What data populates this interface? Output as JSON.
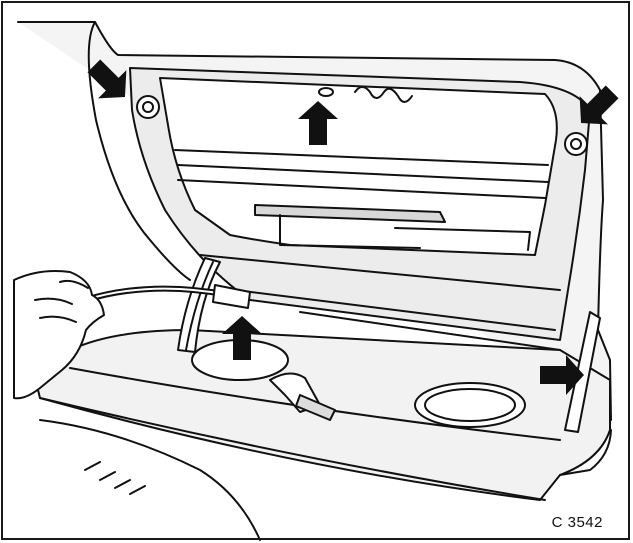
{
  "figure": {
    "code": "C 3542",
    "colors": {
      "ink": "#111111",
      "paper": "#ffffff",
      "shade": "#e9e9e9",
      "mid": "#cfcfcf"
    },
    "arrows": [
      {
        "name": "arrow-top-left-screw",
        "icon": "pointer-arrow"
      },
      {
        "name": "arrow-top-center-clip",
        "icon": "pointer-arrow"
      },
      {
        "name": "arrow-top-right-screw",
        "icon": "pointer-arrow"
      },
      {
        "name": "arrow-hinge-left",
        "icon": "pointer-arrow"
      },
      {
        "name": "arrow-hinge-right",
        "icon": "pointer-arrow"
      }
    ]
  }
}
